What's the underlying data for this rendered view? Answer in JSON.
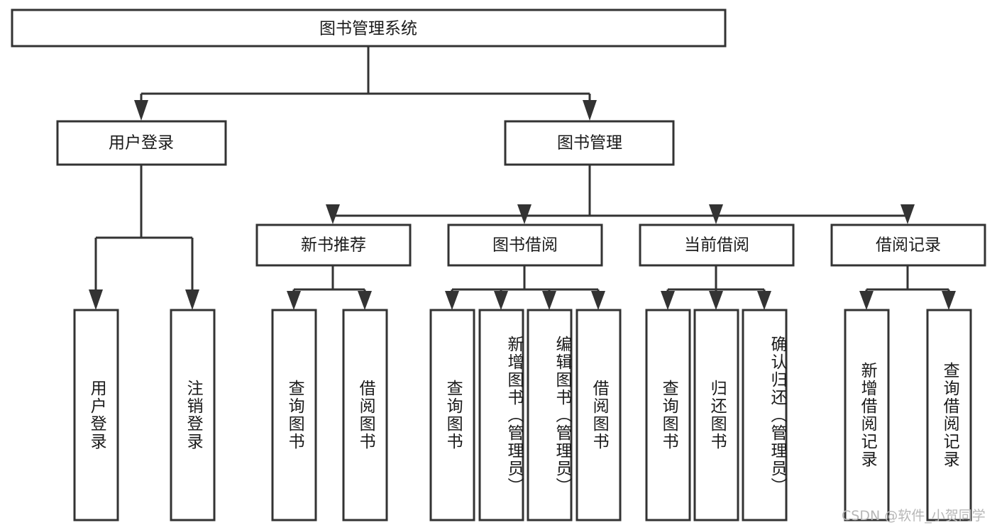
{
  "diagram": {
    "type": "tree",
    "title": "图书管理系统",
    "root": {
      "label": "图书管理系统"
    },
    "level2": [
      {
        "label": "用户登录"
      },
      {
        "label": "图书管理"
      }
    ],
    "level3": [
      {
        "label": "新书推荐"
      },
      {
        "label": "图书借阅"
      },
      {
        "label": "当前借阅"
      },
      {
        "label": "借阅记录"
      }
    ],
    "leaves": {
      "user_login": [
        "用户登录",
        "注销登录"
      ],
      "new_book_recommend": [
        "查询图书",
        "借阅图书"
      ],
      "book_borrow": [
        "查询图书",
        "新增图书（管理员）",
        "编辑图书（管理员）",
        "借阅图书"
      ],
      "current_borrow": [
        "查询图书",
        "归还图书",
        "确认归还（管理员）"
      ],
      "borrow_record": [
        "新增借阅记录",
        "查询借阅记录"
      ]
    },
    "colors": {
      "stroke": "#333333",
      "fill": "#ffffff",
      "text": "#1a1a1a",
      "watermark": "#b7b7b7"
    }
  },
  "watermark": {
    "text": "CSDN @软件_小贺同学"
  }
}
